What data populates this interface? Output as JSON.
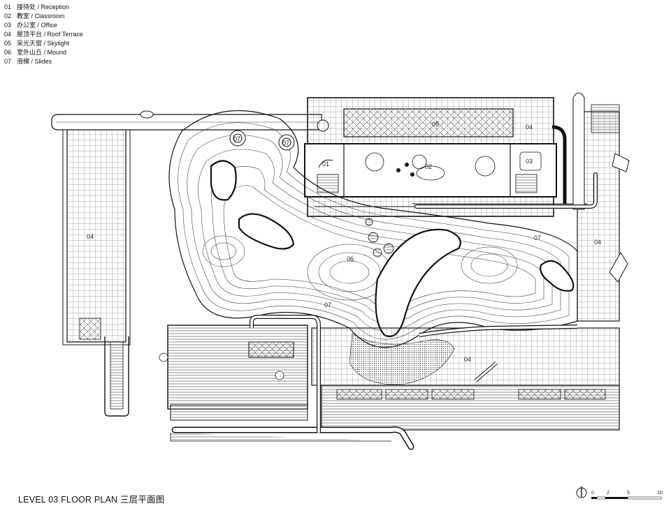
{
  "legend": [
    {
      "num": "01",
      "label": "接待处 / Reception"
    },
    {
      "num": "02",
      "label": "教室 / Classroom"
    },
    {
      "num": "03",
      "label": "办公室 / Office"
    },
    {
      "num": "04",
      "label": "屋顶平台 / Roof Terrace"
    },
    {
      "num": "05",
      "label": "采光天窗 / Skylight"
    },
    {
      "num": "06",
      "label": "室外山丘 / Mound"
    },
    {
      "num": "07",
      "label": "滑梯 / Slides"
    }
  ],
  "title": "LEVEL 03 FLOOR PLAN  三层平面图",
  "plan_labels": {
    "reception": "01",
    "classroom": "02",
    "office": "03",
    "terrace_left": "04",
    "terrace_top": "04",
    "terrace_right": "04",
    "terrace_bottom": "04",
    "skylight": "05",
    "mound": "06",
    "slide_a": "07",
    "slide_b": "07",
    "slide_c": "07",
    "slide_d": "07"
  },
  "scale_bar": {
    "ticks": [
      "0",
      "2",
      "5",
      "10"
    ],
    "north_symbol": "north-arrow-icon"
  }
}
